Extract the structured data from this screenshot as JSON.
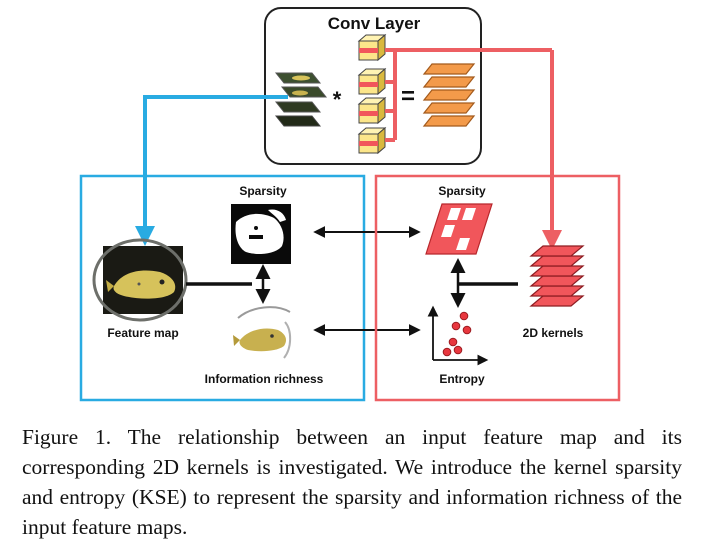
{
  "figure": {
    "conv_layer_title": "Conv Layer",
    "operator_conv": "*",
    "operator_equals": "=",
    "left_panel": {
      "sparsity_label": "Sparsity",
      "feature_map_label": "Feature map",
      "info_richness_label": "Information richness"
    },
    "right_panel": {
      "sparsity_label": "Sparsity",
      "kernels_label": "2D kernels",
      "entropy_label": "Entropy"
    },
    "colors": {
      "blue": "#29abe2",
      "red": "#ed5f63",
      "orange": "#f39a4a",
      "kernel_yellow": "#fce68a",
      "kernel_red": "#f1565b",
      "scatter_red": "#e8373e"
    }
  },
  "caption": "Figure 1. The relationship between an input feature map and its corresponding 2D kernels is investigated. We introduce the kernel sparsity and entropy (KSE) to represent the sparsity and information richness of the input feature maps."
}
